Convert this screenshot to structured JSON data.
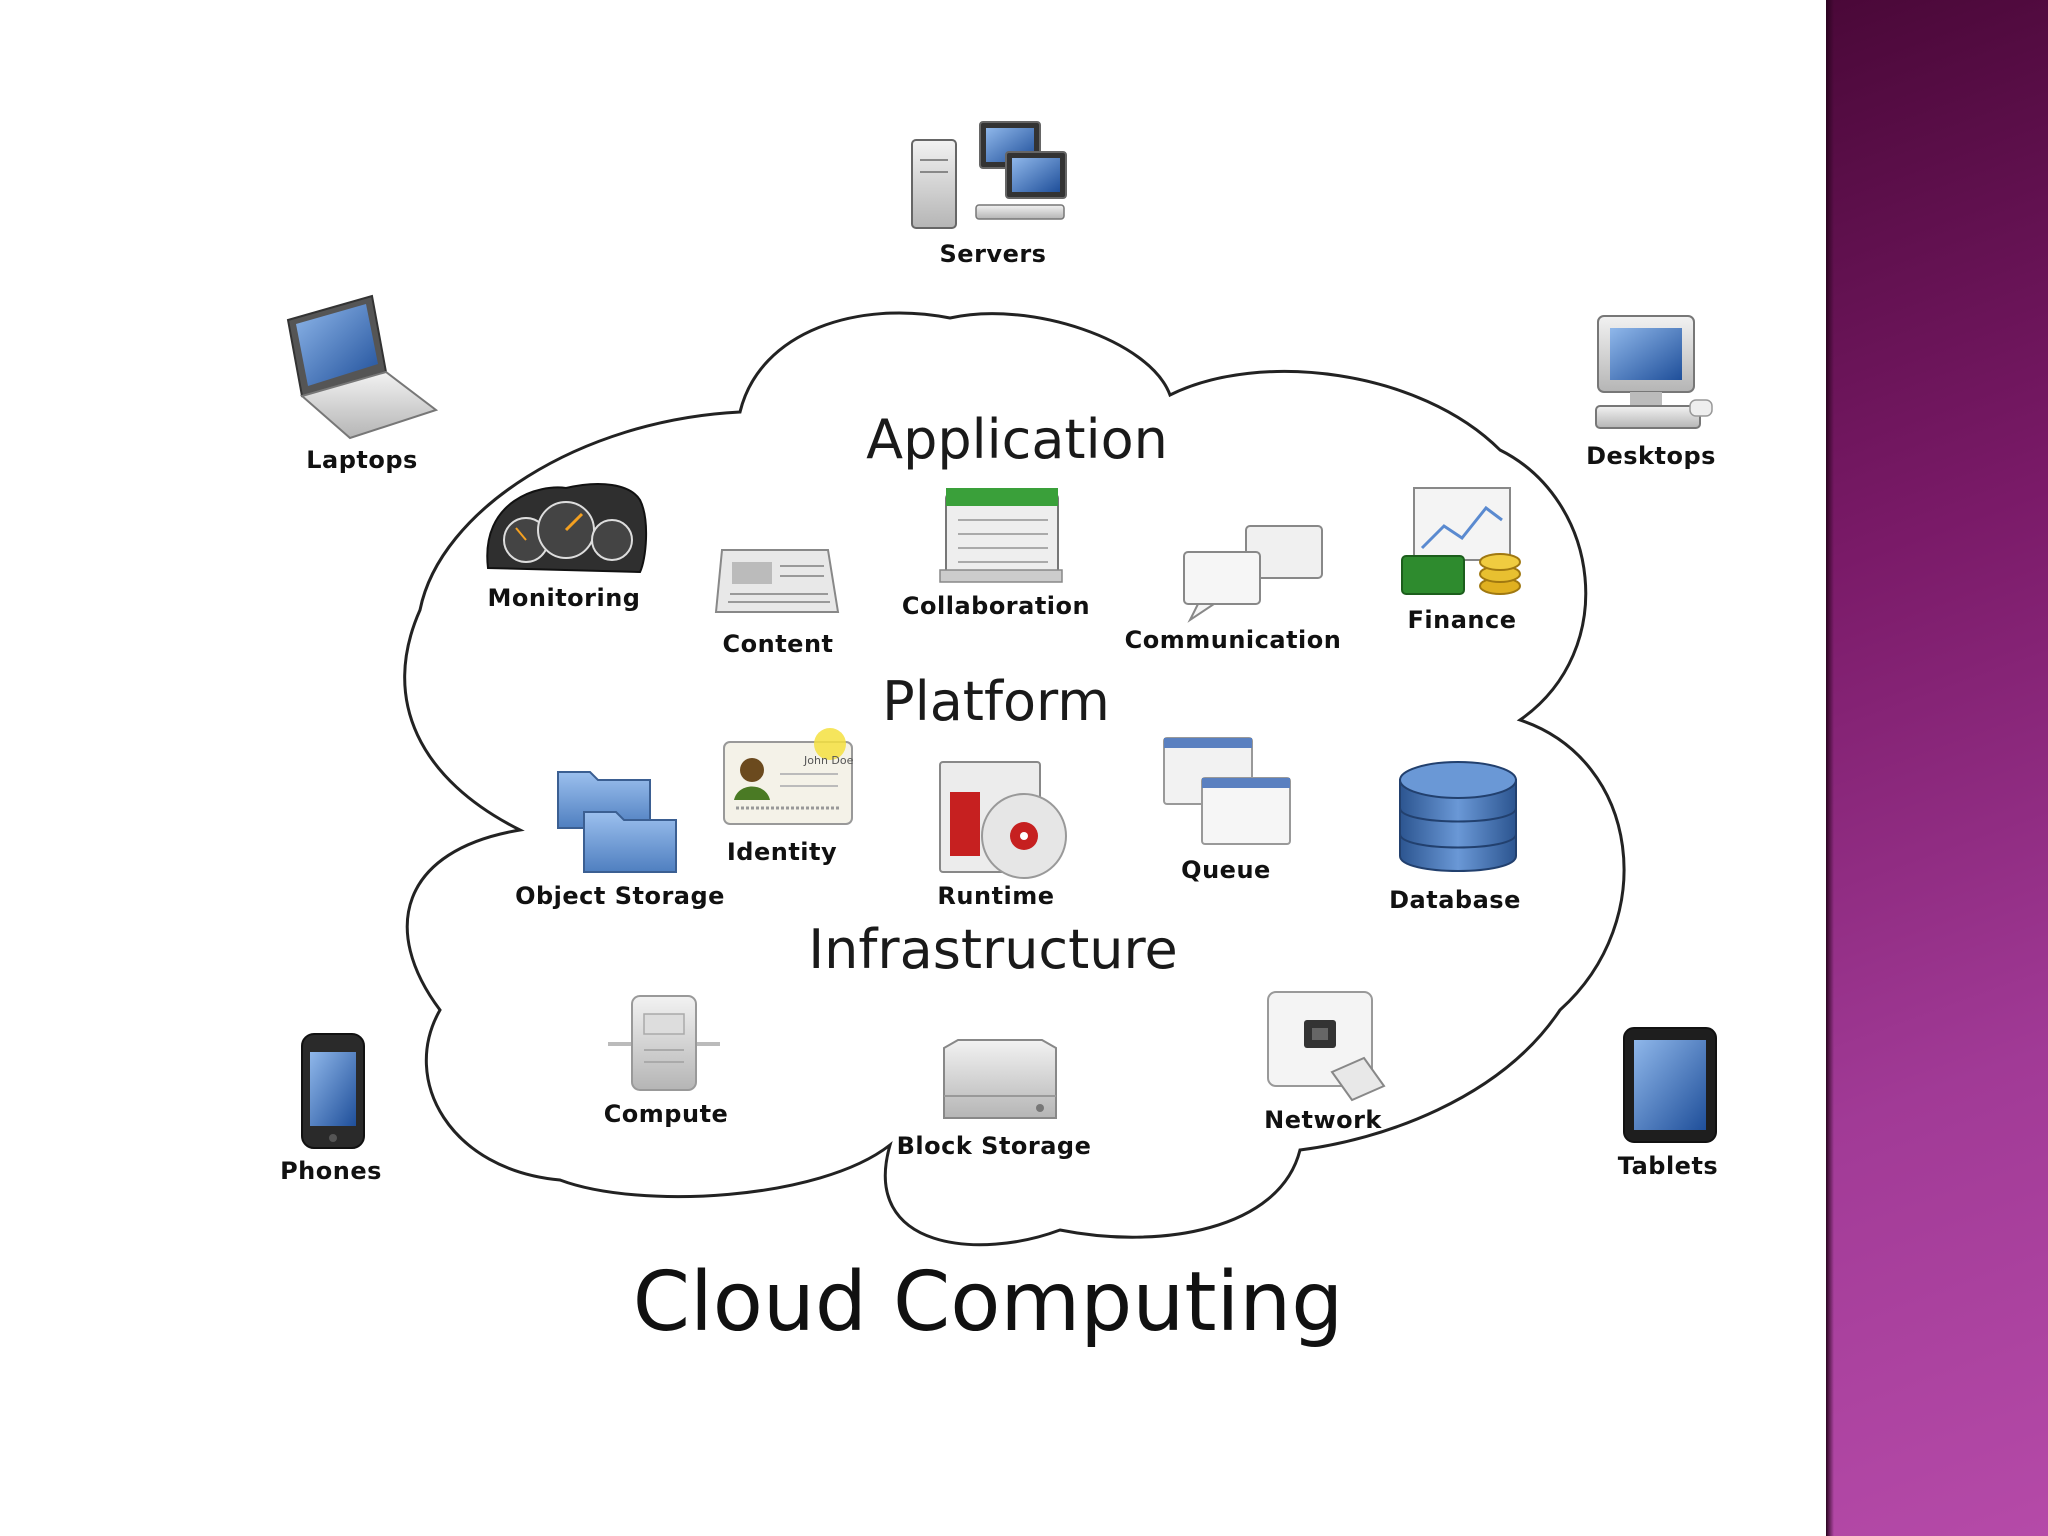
{
  "diagram": {
    "title": "Cloud Computing",
    "layers": {
      "application": "Application",
      "platform": "Platform",
      "infrastructure": "Infrastructure"
    },
    "devices": {
      "servers": "Servers",
      "laptops": "Laptops",
      "desktops": "Desktops",
      "phones": "Phones",
      "tablets": "Tablets"
    },
    "application_services": {
      "monitoring": "Monitoring",
      "content": "Content",
      "collaboration": "Collaboration",
      "communication": "Communication",
      "finance": "Finance"
    },
    "platform_services": {
      "object_storage": "Object Storage",
      "identity": "Identity",
      "runtime": "Runtime",
      "queue": "Queue",
      "database": "Database"
    },
    "infrastructure_services": {
      "compute": "Compute",
      "block_storage": "Block Storage",
      "network": "Network"
    },
    "identity_card_text": "John Doe"
  },
  "colors": {
    "side_bar_top": "#4a0838",
    "side_bar_bottom": "#b54aa8",
    "cloud_outline": "#222222",
    "folder_blue": "#6f9bd6",
    "database_blue": "#3d6aa8",
    "screen_blue": "#2c5aa8",
    "finance_green": "#2e8b2e",
    "coin_gold": "#e0b020",
    "calendar_green": "#3aa03a"
  }
}
